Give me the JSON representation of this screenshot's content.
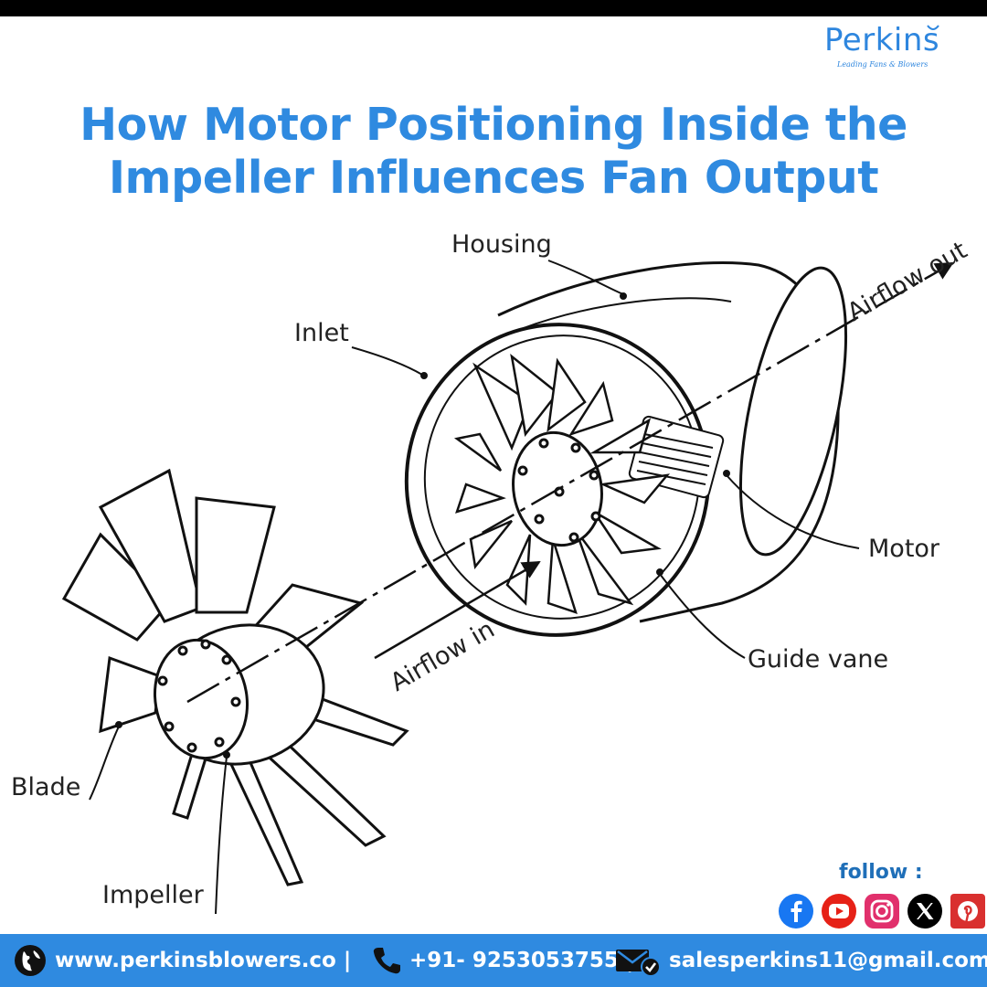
{
  "brand": {
    "name": "Perkins",
    "tagline": "Leading Fans & Blowers"
  },
  "title": {
    "line1": "How Motor Positioning Inside the",
    "line2": "Impeller Influences Fan Output"
  },
  "diagram": {
    "labels": {
      "housing": "Housing",
      "inlet": "Inlet",
      "airflow_out": "Airflow out",
      "motor": "Motor",
      "guide_vane": "Guide vane",
      "airflow_in": "Airflow in",
      "blade": "Blade",
      "impeller": "Impeller"
    }
  },
  "social": {
    "follow_label": "follow :",
    "icons": [
      "facebook-icon",
      "youtube-icon",
      "instagram-icon",
      "x-icon",
      "pinterest-icon"
    ]
  },
  "footer": {
    "website": "www.perkinsblowers.co |",
    "phone": "+91- 9253053755 |",
    "email": "salesperkins11@gmail.com"
  },
  "colors": {
    "accent": "#2f8ae0",
    "follow": "#1f6fb8",
    "youtube": "#e62117",
    "pinterest": "#d9302f",
    "facebook": "#1877f2"
  }
}
